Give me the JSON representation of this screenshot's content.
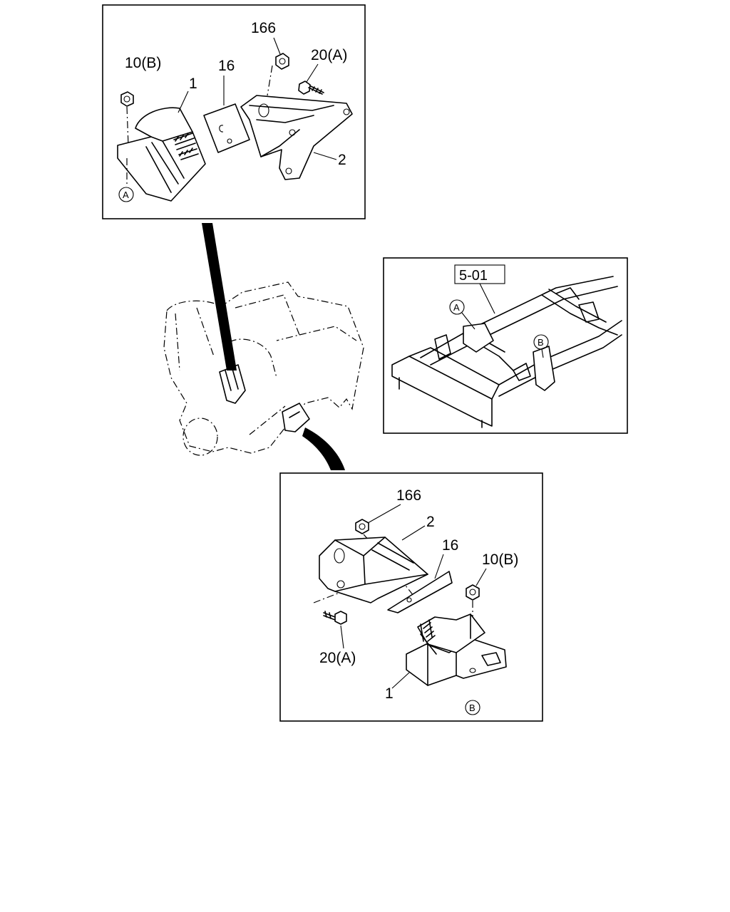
{
  "top_panel": {
    "labels": {
      "n166": "166",
      "n20a": "20(A)",
      "n10b": "10(B)",
      "n16": "16",
      "n1": "1",
      "n2": "2",
      "circle_a": "A"
    }
  },
  "frame_panel": {
    "ref_box": "5-01",
    "circle_a": "A",
    "circle_b": "B"
  },
  "bottom_panel": {
    "labels": {
      "n166": "166",
      "n2": "2",
      "n16": "16",
      "n10b": "10(B)",
      "n20a": "20(A)",
      "n1": "1",
      "circle_b": "B"
    }
  }
}
